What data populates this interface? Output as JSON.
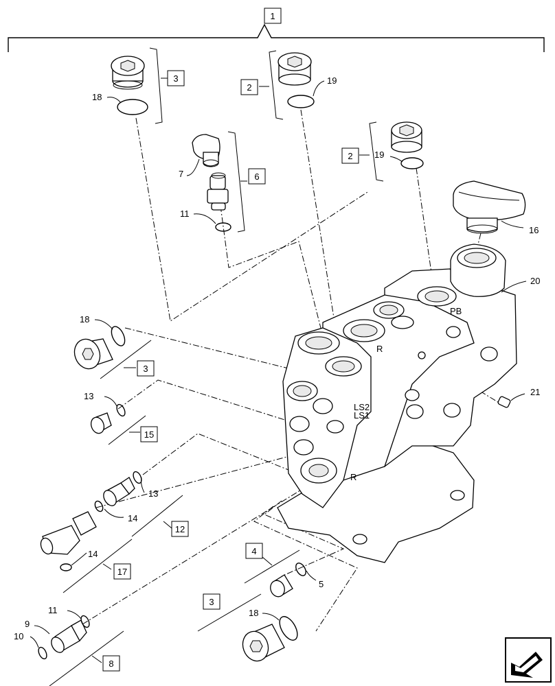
{
  "diagram": {
    "boxed_callouts": {
      "c1": "1",
      "c3a": "3",
      "c2a": "2",
      "c2b": "2",
      "c6": "6",
      "c3b": "3",
      "c15": "15",
      "c12": "12",
      "c17": "17",
      "c4": "4",
      "c3c": "3",
      "c8": "8"
    },
    "plain_callouts": {
      "n18a": "18",
      "n19a": "19",
      "n19b": "19",
      "n7": "7",
      "n11a": "11",
      "n16": "16",
      "n20": "20",
      "n18b": "18",
      "n21": "21",
      "n13a": "13",
      "n13b": "13",
      "n14a": "14",
      "n14b": "14",
      "n5": "5",
      "n18c": "18",
      "n11b": "11",
      "n9": "9",
      "n10": "10"
    },
    "nav_icon": "navigation-arrow-icon"
  }
}
